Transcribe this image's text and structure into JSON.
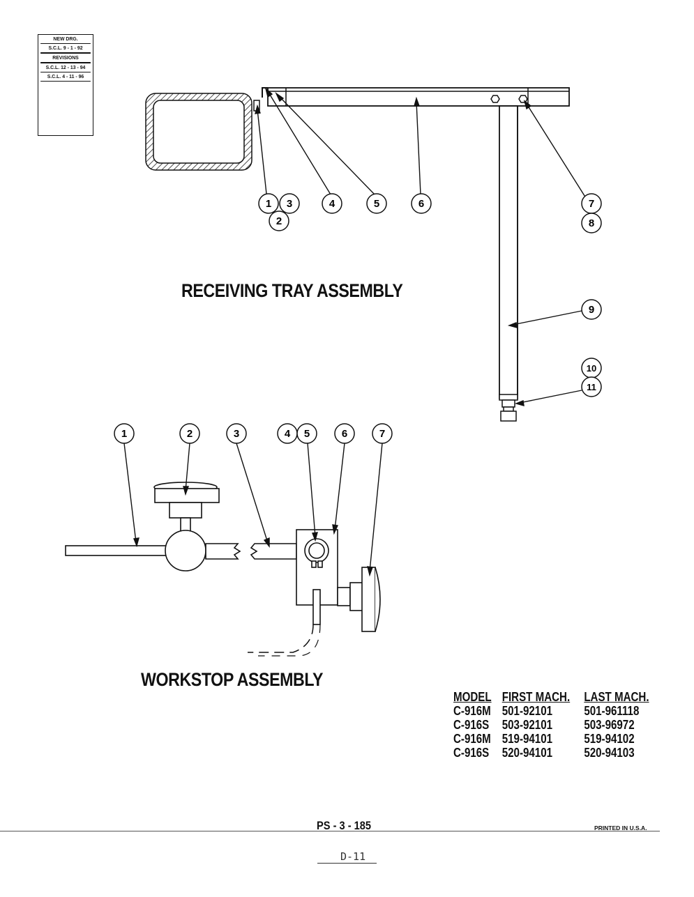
{
  "revision_block": {
    "new_drg_label": "NEW DRG.",
    "new_drg_value": "S.C.L. 9 - 1 - 92",
    "revisions_label": "REVISIONS",
    "revisions": [
      "S.C.L. 12 - 13 - 94",
      "S.C.L. 4 - 11 - 96"
    ]
  },
  "receiving_tray": {
    "title": "RECEIVING TRAY ASSEMBLY",
    "callouts": [
      "1",
      "3",
      "2",
      "4",
      "5",
      "6",
      "7",
      "8",
      "9",
      "10",
      "11"
    ]
  },
  "workstop": {
    "title": "WORKSTOP ASSEMBLY",
    "callouts": [
      "1",
      "2",
      "3",
      "4",
      "5",
      "6",
      "7"
    ]
  },
  "model_table": {
    "headers": [
      "MODEL",
      "FIRST MACH.",
      "LAST MACH."
    ],
    "rows": [
      [
        "C-916M",
        "501-92101",
        "501-961118"
      ],
      [
        "C-916S",
        "503-92101",
        "503-96972"
      ],
      [
        "C-916M",
        "519-94101",
        "519-94102"
      ],
      [
        "C-916S",
        "520-94101",
        "520-94103"
      ]
    ]
  },
  "footer": {
    "page_code": "PS - 3 - 185",
    "printed": "PRINTED IN U.S.A.",
    "page_number": "D-11"
  }
}
